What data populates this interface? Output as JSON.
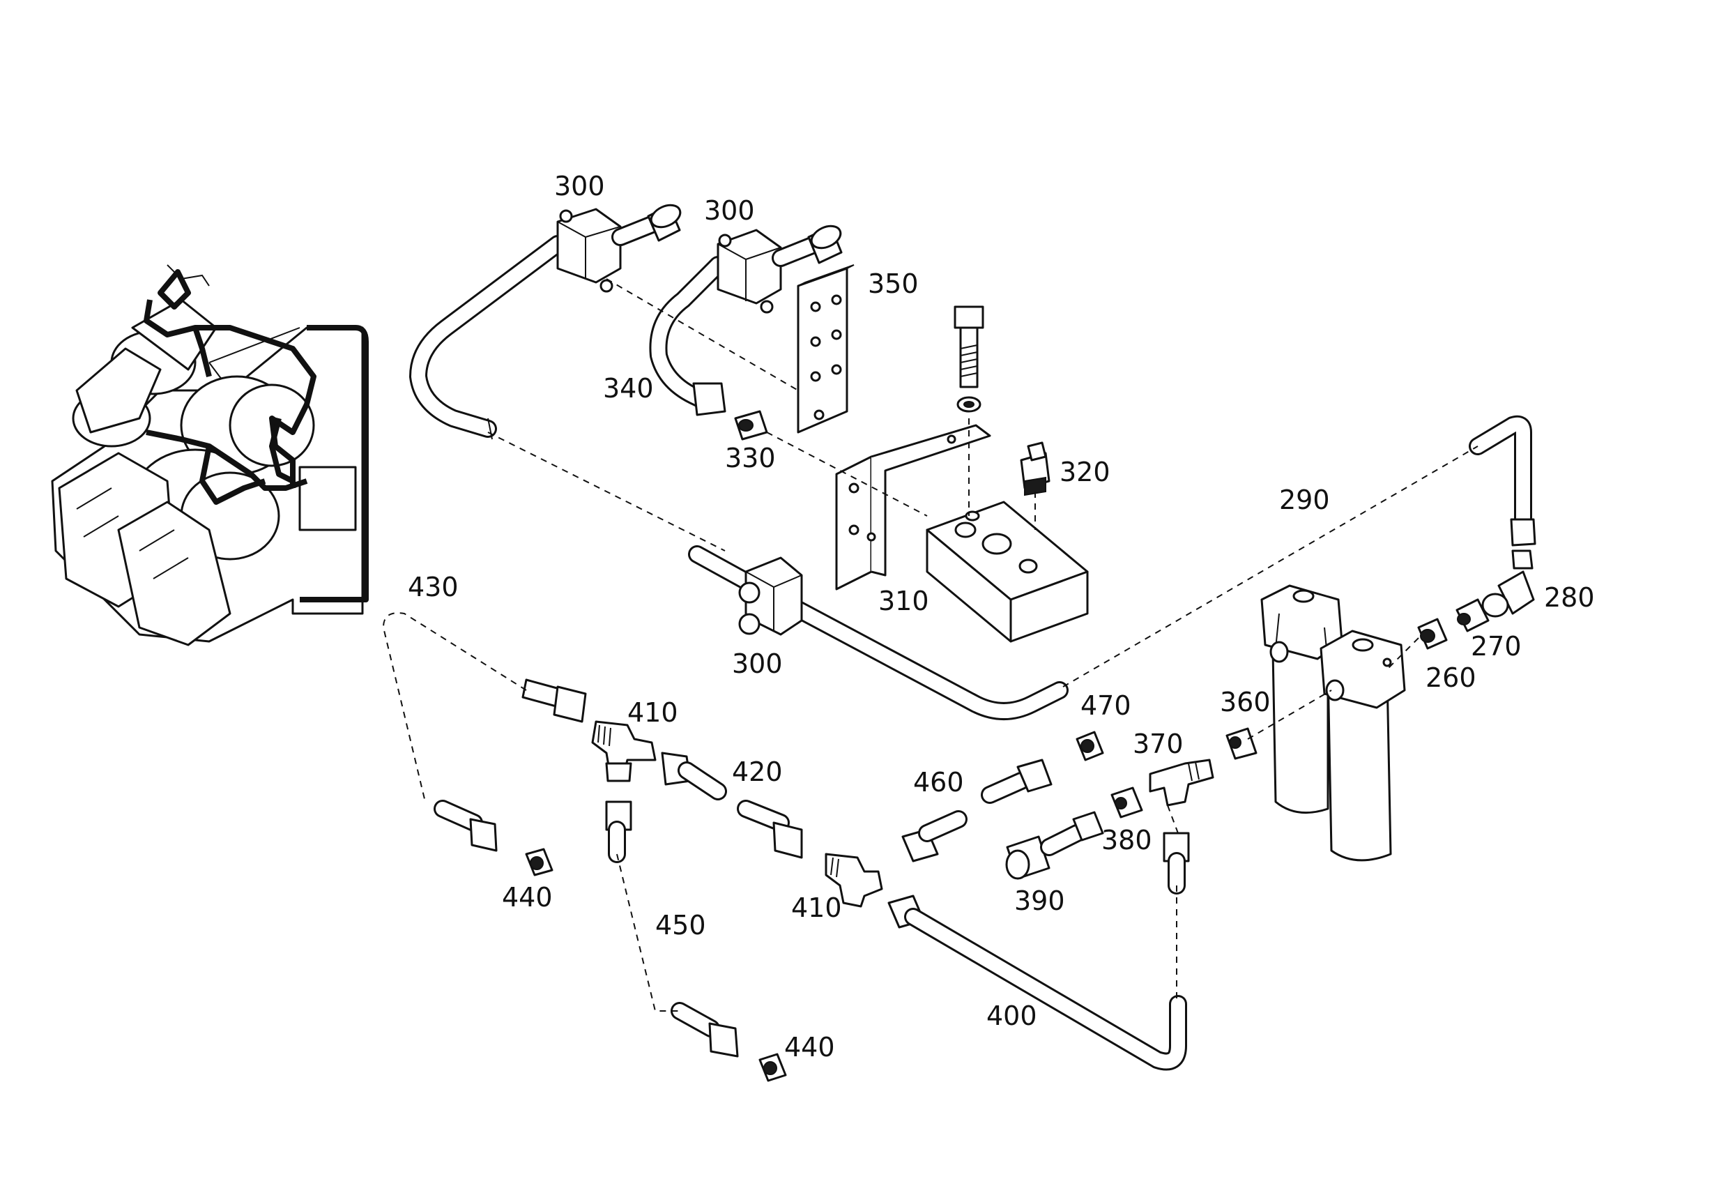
{
  "callouts": [
    {
      "id": "c300a",
      "text": "300"
    },
    {
      "id": "c300b",
      "text": "300"
    },
    {
      "id": "c350",
      "text": "350"
    },
    {
      "id": "c340",
      "text": "340"
    },
    {
      "id": "c330",
      "text": "330"
    },
    {
      "id": "c320",
      "text": "320"
    },
    {
      "id": "c290",
      "text": "290"
    },
    {
      "id": "c310",
      "text": "310"
    },
    {
      "id": "c280",
      "text": "280"
    },
    {
      "id": "c270",
      "text": "270"
    },
    {
      "id": "c260",
      "text": "260"
    },
    {
      "id": "c300c",
      "text": "300"
    },
    {
      "id": "c430",
      "text": "430"
    },
    {
      "id": "c410a",
      "text": "410"
    },
    {
      "id": "c470",
      "text": "470"
    },
    {
      "id": "c360",
      "text": "360"
    },
    {
      "id": "c420",
      "text": "420"
    },
    {
      "id": "c370",
      "text": "370"
    },
    {
      "id": "c460",
      "text": "460"
    },
    {
      "id": "c380",
      "text": "380"
    },
    {
      "id": "c410b",
      "text": "410"
    },
    {
      "id": "c390",
      "text": "390"
    },
    {
      "id": "c440a",
      "text": "440"
    },
    {
      "id": "c450",
      "text": "450"
    },
    {
      "id": "c400",
      "text": "400"
    },
    {
      "id": "c440b",
      "text": "440"
    }
  ]
}
